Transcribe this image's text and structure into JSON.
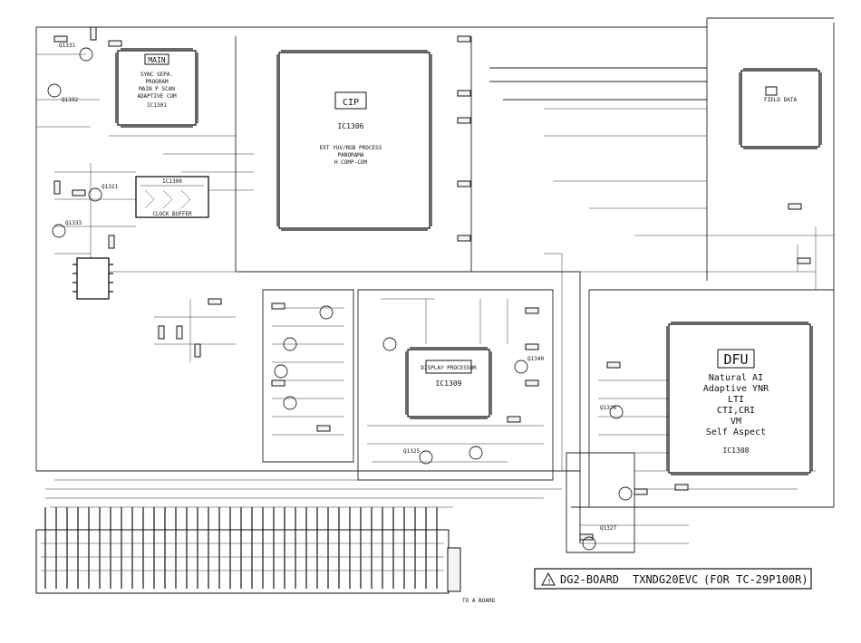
{
  "main_chip": {
    "badge": "MAIN",
    "lines": [
      "SYNC SEPA.",
      "PROGRAM",
      "MAIN P SCAN",
      "ADAPTIVE COM"
    ],
    "ref": "IC1301"
  },
  "cip_chip": {
    "badge": "CIP",
    "ref": "IC1306",
    "lines": [
      "EXT YUV/RGB PROCESS",
      "PANORAMA",
      "H COMP-COM"
    ]
  },
  "field_chip": {
    "badge": "FIELD DATA"
  },
  "clock_buffer": {
    "ref": "IC1300",
    "label": "CLOCK BUFFER"
  },
  "display_chip": {
    "badge": "DISPLAY PROCESSOR",
    "ref": "IC1309"
  },
  "dfu_chip": {
    "badge": "DFU",
    "lines": [
      "Natural AI",
      "Adaptive YNR",
      "LTI",
      "CTI,CRI",
      "VM",
      "Self Aspect"
    ],
    "ref": "IC1308"
  },
  "transistors": [
    "Q1331",
    "Q1332",
    "Q1321",
    "Q1333",
    "Q1340",
    "Q1325",
    "Q1326",
    "Q1327"
  ],
  "connector": {
    "label": "TO A BOARD"
  },
  "title_block": {
    "board": "DG2-BOARD",
    "model": "TXNDG20EVC",
    "for_text": "(FOR TC-29P100R)"
  }
}
